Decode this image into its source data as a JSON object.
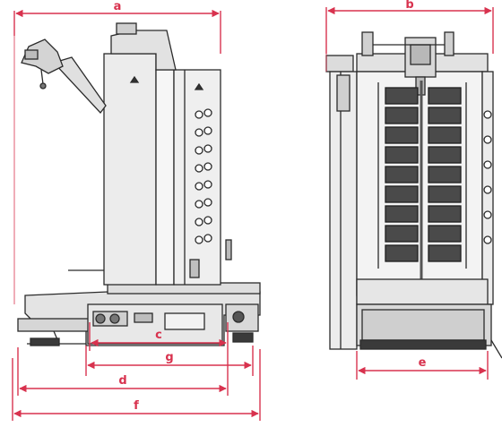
{
  "dimension_labels": {
    "a": "a",
    "b": "b",
    "c": "c",
    "d": "d",
    "e": "e",
    "f": "f",
    "g": "g"
  },
  "colors": {
    "dimension": "#d8324e",
    "outline": "#2b2b2b",
    "machine_fill": "#ececec",
    "grill_dark": "#4a4a4a",
    "grill_light": "#8c8c8c",
    "background": "#ffffff"
  }
}
